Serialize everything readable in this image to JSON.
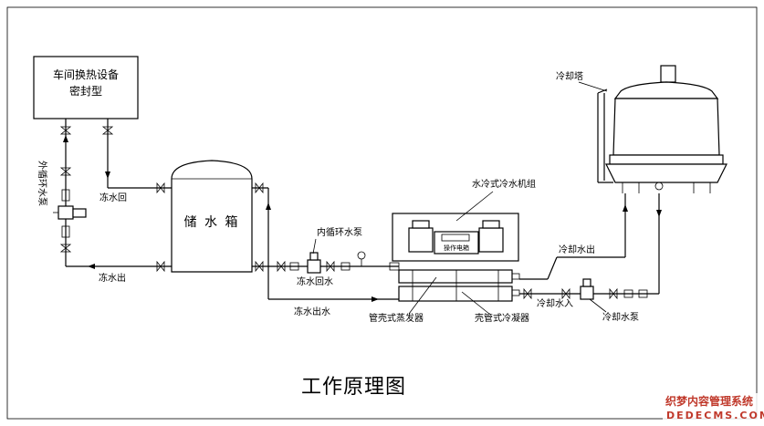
{
  "labels": {
    "workshop_line1": "车间换热设备",
    "workshop_line2": "密封型",
    "outer_pump": "外循环水泵",
    "freeze_return": "冻水回",
    "freeze_out": "冻水出",
    "tank": "储 水 箱",
    "inner_pump": "内循环水泵",
    "freeze_return_bottom": "冻水回水",
    "freeze_out_bottom": "冻水出水",
    "chiller_unit": "水冷式冷水机组",
    "control_box": "操作电箱",
    "evaporator": "管壳式蒸发器",
    "condenser": "壳管式冷凝器",
    "cooling_tower": "冷却塔",
    "cooling_out": "冷却水出",
    "cooling_in": "冷却水入",
    "cooling_pump": "冷却水泵"
  },
  "caption": "工作原理图",
  "watermark": {
    "line1": "织梦内容管理系统",
    "line2": "DEDECMS.COM"
  }
}
